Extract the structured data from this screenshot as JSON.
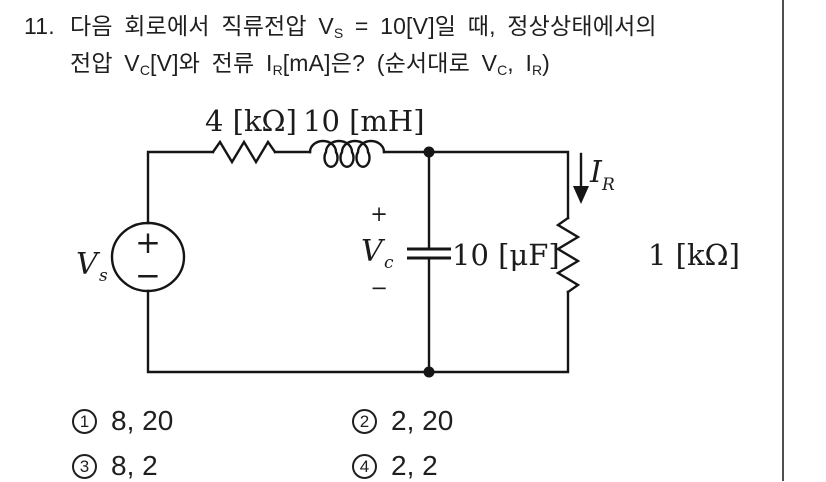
{
  "page": {
    "background": "#ffffff",
    "divider_color": "#4f4f4f",
    "ink_color": "#1f1f1f"
  },
  "question": {
    "number": "11.",
    "l1_a": "다음 회로에서 직류전압 V",
    "l1_sub1": "S",
    "l1_b": " = 10[V]일 때, 정상상태에서의",
    "l2_a": "전압 V",
    "l2_sub1": "C",
    "l2_b": "[V]와 전류 I",
    "l2_sub2": "R",
    "l2_c": "[mA]은? (순서대로 V",
    "l2_sub3": "C",
    "l2_d": ", I",
    "l2_sub4": "R",
    "l2_e": ")"
  },
  "circuit": {
    "source_v_base": "V",
    "source_v_sub": "s",
    "source_plus": "+",
    "source_minus": "−",
    "r1_label": "4 [kΩ]",
    "ind_label": "10 [mH]",
    "cap_plus": "+",
    "cap_v_base": "V",
    "cap_v_sub": "c",
    "cap_minus": "−",
    "cap_label": "10 [μF]",
    "vc_color": "#2c3e6b",
    "current_base": "I",
    "current_sub": "R",
    "r2_label": "1 [kΩ]"
  },
  "answers": [
    {
      "num": "1",
      "label": "8, 20"
    },
    {
      "num": "2",
      "label": "2, 20"
    },
    {
      "num": "3",
      "label": "8, 2"
    },
    {
      "num": "4",
      "label": "2, 2"
    }
  ]
}
